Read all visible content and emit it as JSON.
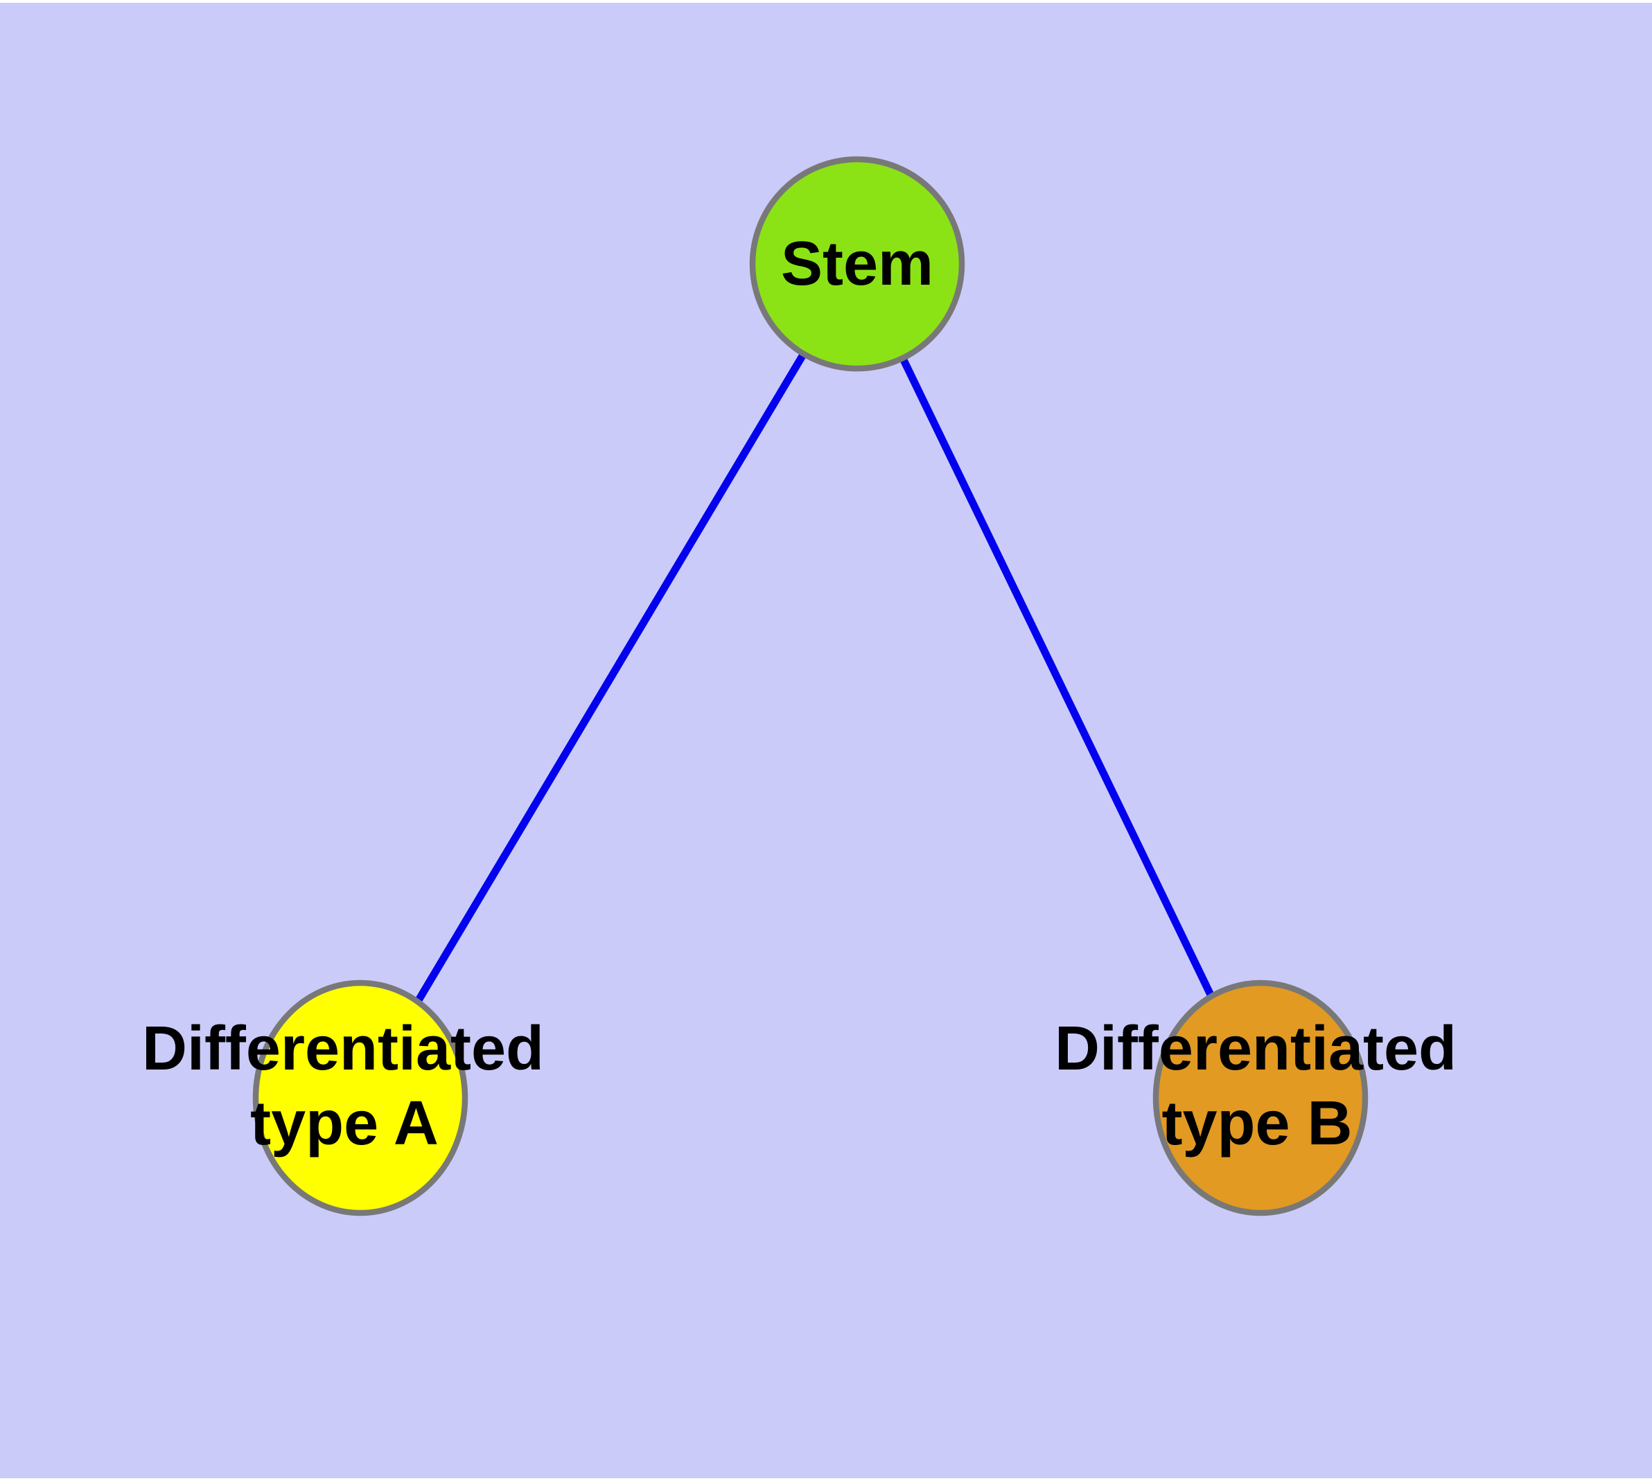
{
  "diagram": {
    "title": "cell-differentiation-graph",
    "background_color": "#CBCBFA",
    "margin_color": "#ffffff",
    "edge_color": "#0202EE",
    "node_border_color": "#787878",
    "label_color": "#000000",
    "nodes": [
      {
        "id": "stem",
        "label": "Stem",
        "fill": "#8BE315"
      },
      {
        "id": "type-a",
        "label_line1": "Differentiated",
        "label_line2": "type A",
        "fill": "#FFFF00"
      },
      {
        "id": "type-b",
        "label_line1": "Differentiated",
        "label_line2": "type B",
        "fill": "#E29A22"
      }
    ],
    "edges": [
      {
        "id": "stem-to-type-a",
        "from": "Stem",
        "to": "Differentiated type A"
      },
      {
        "id": "stem-to-type-b",
        "from": "Stem",
        "to": "Differentiated type B"
      }
    ]
  }
}
